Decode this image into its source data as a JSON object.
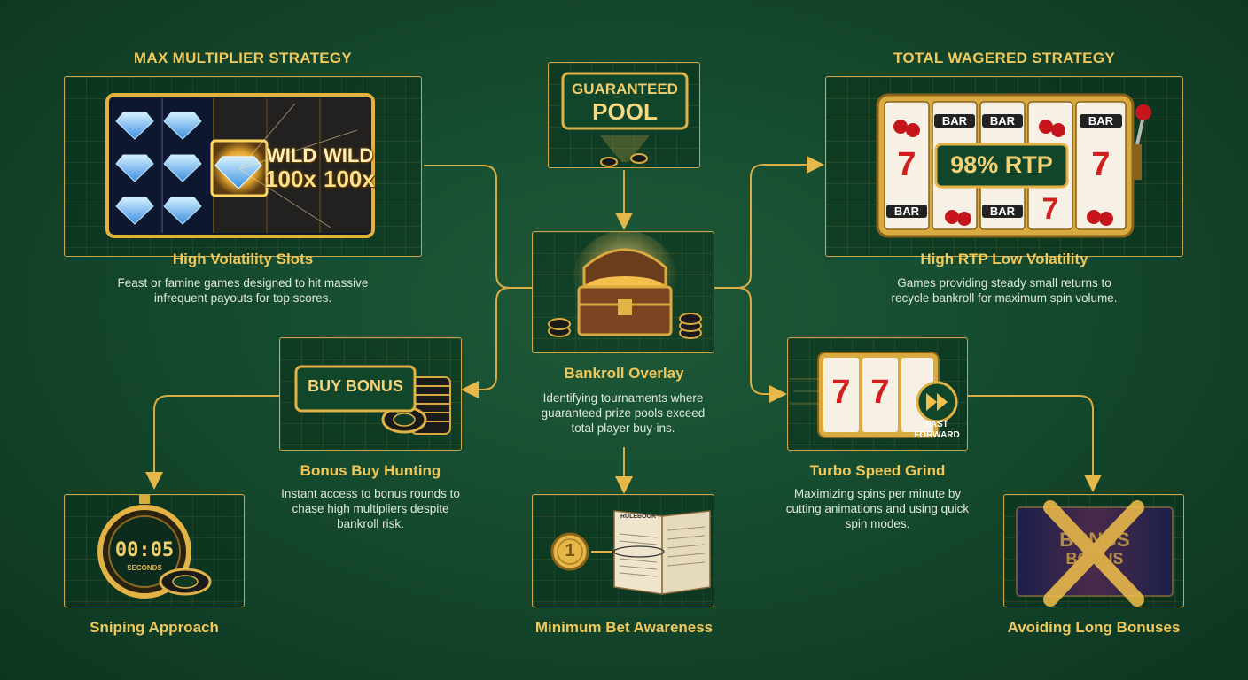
{
  "colors": {
    "gold": "#c9a449",
    "gold_text": "#f0c75a",
    "background": "#154a2e",
    "panel": "#0e3a22"
  },
  "left_column": {
    "heading": "MAX MULTIPLIER STRATEGY",
    "high_volatility": {
      "title": "High Volatility Slots",
      "description": "Feast or famine games designed to hit massive infrequent payouts for top scores.",
      "wild_label_1": "WILD",
      "wild_label_2": "WILD",
      "multiplier_1": "100x",
      "multiplier_2": "100x",
      "icons": [
        "diamond-icon",
        "wild-symbol"
      ]
    },
    "bonus_buy": {
      "title": "Bonus Buy Hunting",
      "description": "Instant access to bonus rounds to chase high multipliers despite bankroll risk.",
      "button_label": "BUY BONUS",
      "icons": [
        "chip-stack-icon"
      ]
    },
    "sniping": {
      "title": "Sniping Approach",
      "timer": "00:05",
      "timer_unit": "SECONDS",
      "icons": [
        "stopwatch-icon",
        "chip-icon"
      ]
    }
  },
  "center_column": {
    "guaranteed": {
      "line1": "GUARANTEED",
      "line2": "POOL"
    },
    "bankroll_overlay": {
      "title": "Bankroll Overlay",
      "description": "Identifying tournaments where guaranteed prize pools exceed total player buy-ins.",
      "icons": [
        "treasure-chest-icon"
      ]
    },
    "min_bet": {
      "title": "Minimum Bet Awareness",
      "book_label": "RULEBOOK",
      "coin_label": "1",
      "icons": [
        "coin-icon",
        "rulebook-icon"
      ]
    }
  },
  "right_column": {
    "heading": "TOTAL WAGERED STRATEGY",
    "high_rtp": {
      "title": "High RTP Low Volatility",
      "description": "Games providing steady small returns to recycle bankroll for maximum spin volume.",
      "rtp_label": "98% RTP",
      "bar_label": "BAR",
      "seven_label": "7",
      "icons": [
        "cherry-icon",
        "lever-icon"
      ]
    },
    "turbo": {
      "title": "Turbo Speed Grind",
      "description": "Maximizing spins per minute by cutting animations and using quick spin modes.",
      "fast_forward_line1": "FAST",
      "fast_forward_line2": "FORWARD",
      "seven_label": "7",
      "icons": [
        "fast-forward-icon"
      ]
    },
    "avoid_bonus": {
      "title": "Avoiding Long Bonuses",
      "bonus_line1": "BONUS",
      "bonus_line2": "BONUS",
      "icons": [
        "cross-out-icon"
      ]
    }
  }
}
